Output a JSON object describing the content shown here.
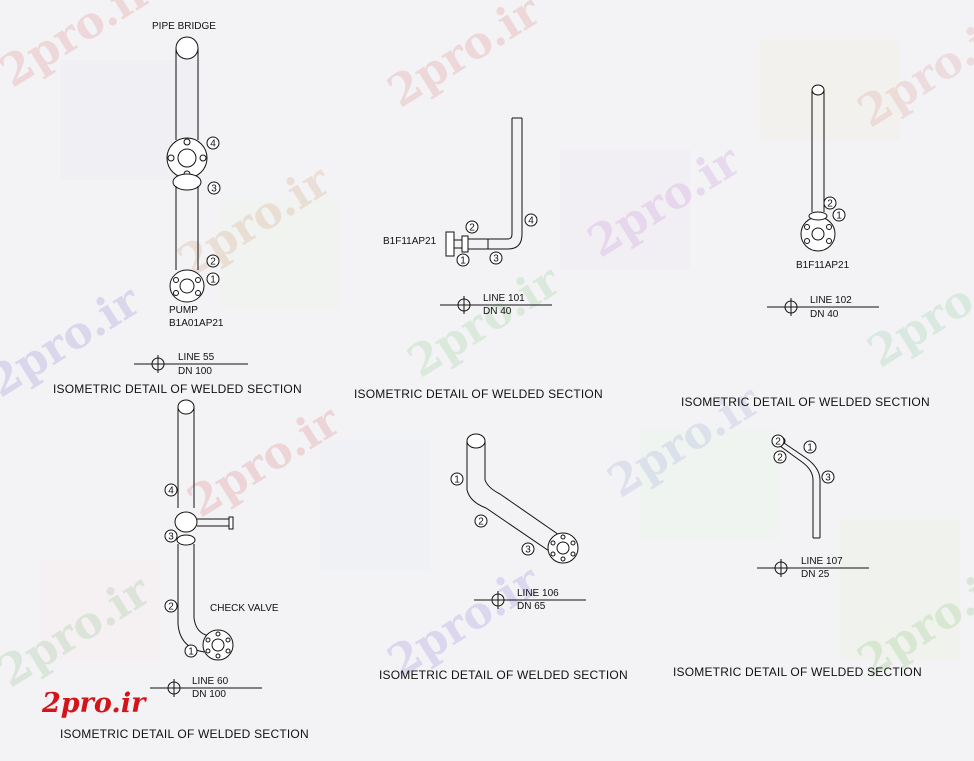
{
  "watermark": {
    "text": "2pro.ir"
  },
  "logo": {
    "text": "2pro.ir"
  },
  "details": [
    {
      "caption": "ISOMETRIC DETAIL OF WELDED SECTION",
      "line": "LINE 55",
      "dn": "DN 100",
      "top_label": "PIPE BRIDGE",
      "equip_label": "PUMP",
      "tag": "B1A01AP21",
      "callouts": [
        "4",
        "3",
        "2",
        "1"
      ]
    },
    {
      "caption": "ISOMETRIC DETAIL OF WELDED SECTION",
      "line": "LINE 101",
      "dn": "DN 40",
      "tag": "B1F11AP21",
      "callouts": [
        "4",
        "2",
        "1",
        "3"
      ]
    },
    {
      "caption": "ISOMETRIC DETAIL OF WELDED SECTION",
      "line": "LINE 102",
      "dn": "DN 40",
      "tag": "B1F11AP21",
      "callouts": [
        "2",
        "1"
      ]
    },
    {
      "caption": "ISOMETRIC DETAIL OF WELDED SECTION",
      "line": "LINE 60",
      "dn": "DN 100",
      "valve_label": "CHECK VALVE",
      "callouts": [
        "4",
        "3",
        "2",
        "1"
      ]
    },
    {
      "caption": "ISOMETRIC DETAIL OF WELDED SECTION",
      "line": "LINE 106",
      "dn": "DN 65",
      "callouts": [
        "1",
        "2",
        "3"
      ]
    },
    {
      "caption": "ISOMETRIC DETAIL OF WELDED SECTION",
      "line": "LINE 107",
      "dn": "DN 25",
      "callouts": [
        "2",
        "1",
        "2",
        "3"
      ]
    }
  ]
}
